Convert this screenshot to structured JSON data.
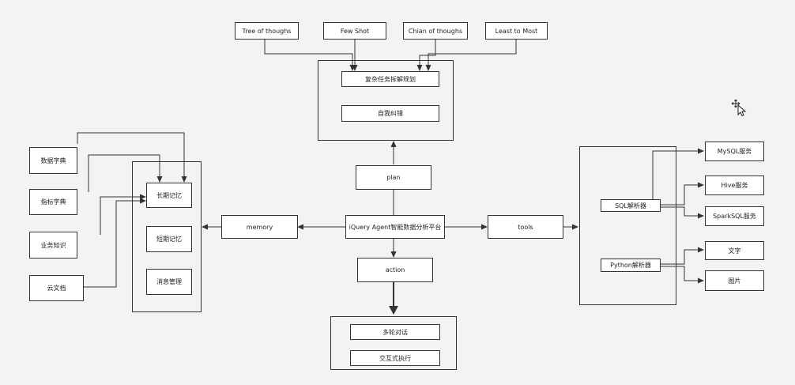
{
  "diagram": {
    "nodes": {
      "tot": "Tree of thoughs",
      "few_shot": "Few Shot",
      "cot": "Chian of thoughs",
      "ltm": "Least to Most",
      "task_decompose": "复杂任务拆解规划",
      "self_reflect": "自我纠错",
      "plan": "plan",
      "center": "iQuery Agent智能数据分析平台",
      "memory": "memory",
      "tools": "tools",
      "action": "action",
      "multi_turn": "多轮对话",
      "interactive_exec": "交互式执行",
      "long_memory": "长期记忆",
      "short_memory": "短期记忆",
      "msg_mgmt": "消息管理",
      "data_dict": "数据字典",
      "metric_dict": "指标字典",
      "biz_knowledge": "业务知识",
      "cloud_docs": "云文档",
      "sql_parser": "SQL解析器",
      "python_parser": "Python解析器",
      "mysql": "MySQL服务",
      "hive": "Hive服务",
      "sparksql": "SparkSQL服务",
      "text": "文字",
      "image": "图片"
    }
  }
}
